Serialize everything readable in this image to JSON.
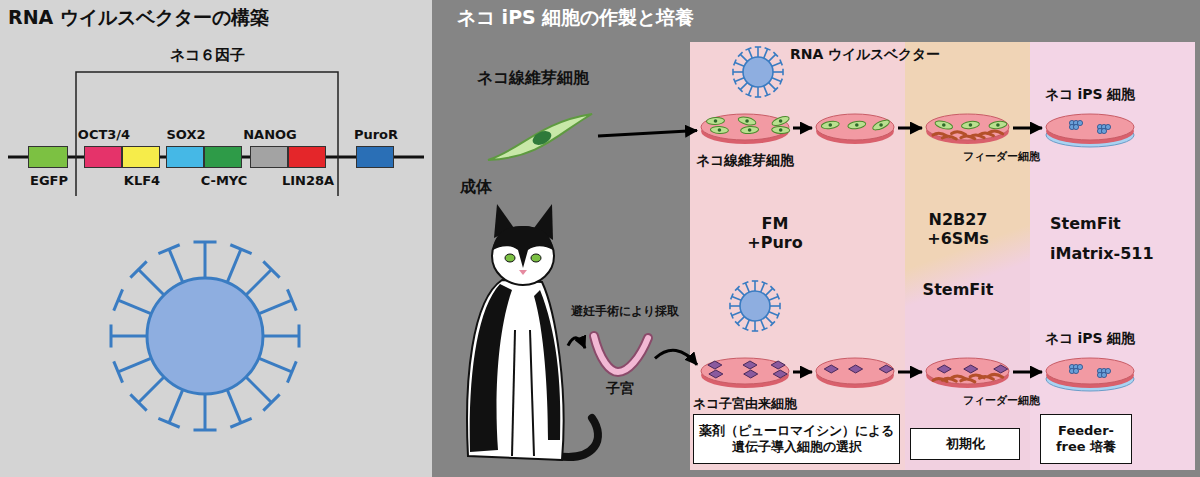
{
  "diagram": {
    "nodes": [
      {
        "text": [
          "RNA ウイルスベクターの構築"
        ]
      },
      {
        "text": [
          "EGFP"
        ],
        "in": 0
      },
      {
        "text": [
          "OCT3/4"
        ],
        "in": 0
      },
      {
        "text": [
          "KLF4"
        ],
        "in": 0
      },
      {
        "text": [
          "SOX2"
        ],
        "in": 0
      },
      {
        "text": [
          "C-MYC"
        ],
        "in": 0
      },
      {
        "text": [
          "NANOG"
        ],
        "in": 0
      },
      {
        "text": [
          "LIN28A"
        ],
        "in": 0
      },
      {
        "text": [
          "PuroR"
        ],
        "in": 0
      },
      {
        "text": [
          "ネコ iPS 細胞の作製と培養"
        ]
      },
      {
        "text": [
          "FM +Puro"
        ],
        "in": 9
      },
      {
        "text": [
          "N2B27 +6SMs",
          "StemFit"
        ],
        "in": 9
      },
      {
        "text": [
          "StemFit",
          "iMatrix-511"
        ],
        "in": 9
      },
      {
        "text": [
          "ネコ線維芽細胞"
        ],
        "in": 9
      },
      {
        "text": [
          "ネコ線維芽細胞"
        ],
        "in": 10
      },
      {
        "text": [],
        "in": 10
      },
      {
        "text": [
          "フィーダー細胞"
        ],
        "in": 11
      },
      {
        "text": [
          "ネコ iPS 細胞"
        ],
        "in": 12
      },
      {
        "text": [
          "成体"
        ],
        "in": 9
      },
      {
        "text": [
          "子宮"
        ],
        "in": 9
      },
      {
        "text": [
          "ネコ子宮由来細胞"
        ],
        "in": 10
      },
      {
        "text": [],
        "in": 10
      },
      {
        "text": [
          "フィーダー細胞"
        ],
        "in": 11
      },
      {
        "text": [
          "ネコ iPS 細胞"
        ],
        "in": 12
      },
      {
        "text": [
          "薬剤（ピューロマイシン）による遺伝子導入細胞の選択"
        ],
        "in": 10
      },
      {
        "text": [
          "初期化"
        ],
        "in": 11
      },
      {
        "text": [
          "Feeder-free 培養"
        ],
        "in": 12
      }
    ],
    "edges": [
      {
        "from": 13,
        "to": 14,
        "arrow": "to"
      },
      {
        "from": 14,
        "to": 15,
        "arrow": "to"
      },
      {
        "from": 15,
        "to": 16,
        "arrow": "to"
      },
      {
        "from": 16,
        "to": 17,
        "arrow": "to"
      },
      {
        "from": 18,
        "to": 19,
        "label": "避妊手術により採取",
        "arrow": "to"
      },
      {
        "from": 19,
        "to": 20,
        "arrow": "to"
      },
      {
        "from": 20,
        "to": 21,
        "arrow": "to"
      },
      {
        "from": 21,
        "to": 22,
        "arrow": "to"
      },
      {
        "from": 22,
        "to": 23,
        "arrow": "to"
      }
    ],
    "labels": [
      "ネコ６因子",
      "RNA ウイルスベクター"
    ]
  }
}
